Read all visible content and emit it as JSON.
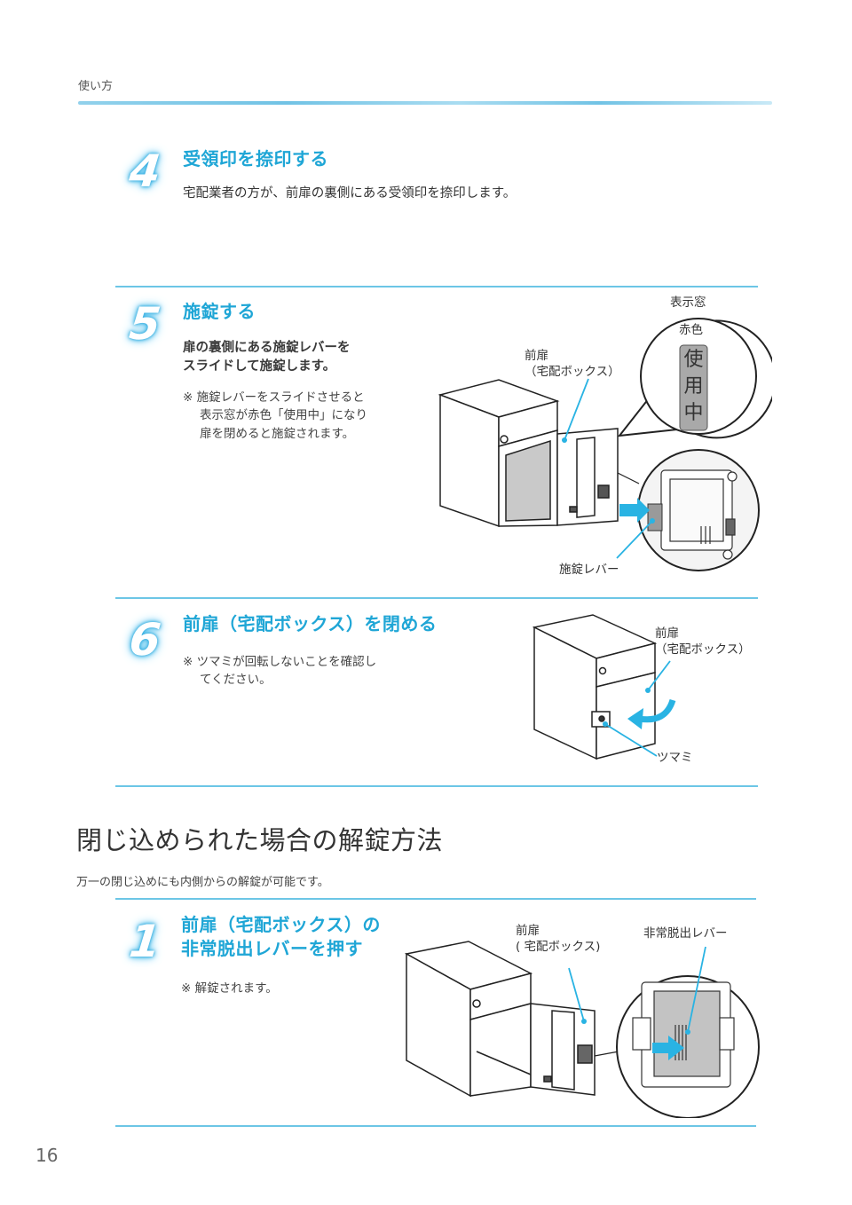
{
  "header": {
    "section_label": "使い方"
  },
  "steps_top": [
    {
      "number": "4",
      "title": "受領印を捺印する",
      "body": "宅配業者の方が、前扉の裏側にある受領印を捺印します。"
    },
    {
      "number": "5",
      "title": "施錠する",
      "body_lines": [
        "扉の裏側にある施錠レバーを",
        "スライドして施錠します。"
      ],
      "note_lines": [
        "※ 施錠レバーをスライドさせると",
        "表示窓が赤色「使用中」になり",
        "扉を閉めると施錠されます。"
      ],
      "figure": {
        "label_display_window": "表示窓",
        "label_red": "赤色",
        "display_text": [
          "使",
          "用",
          "中"
        ],
        "label_front_door": [
          "前扉",
          "（宅配ボックス）"
        ],
        "label_lock_lever": "施錠レバー"
      }
    },
    {
      "number": "6",
      "title": "前扉（宅配ボックス）を閉める",
      "note_lines": [
        "※ ツマミが回転しないことを確認し",
        "てください。"
      ],
      "figure": {
        "label_front_door": [
          "前扉",
          "（宅配ボックス）"
        ],
        "label_knob": "ツマミ"
      }
    }
  ],
  "unlock_section": {
    "heading": "閉じ込められた場合の解錠方法",
    "intro": "万一の閉じ込めにも内側からの解錠が可能です。",
    "steps": [
      {
        "number": "1",
        "title_lines": [
          "前扉（宅配ボックス）の",
          "非常脱出レバーを押す"
        ],
        "note": "※ 解錠されます。",
        "figure": {
          "label_front_door": [
            "前扉",
            "( 宅配ボックス)"
          ],
          "label_emergency_lever": "非常脱出レバー"
        }
      }
    ]
  },
  "footer": {
    "page_number": "16"
  },
  "colors": {
    "accent": "#1fa6d6",
    "rule": "#6cc6e6",
    "text": "#333333",
    "callout_line": "#29b3e3"
  }
}
